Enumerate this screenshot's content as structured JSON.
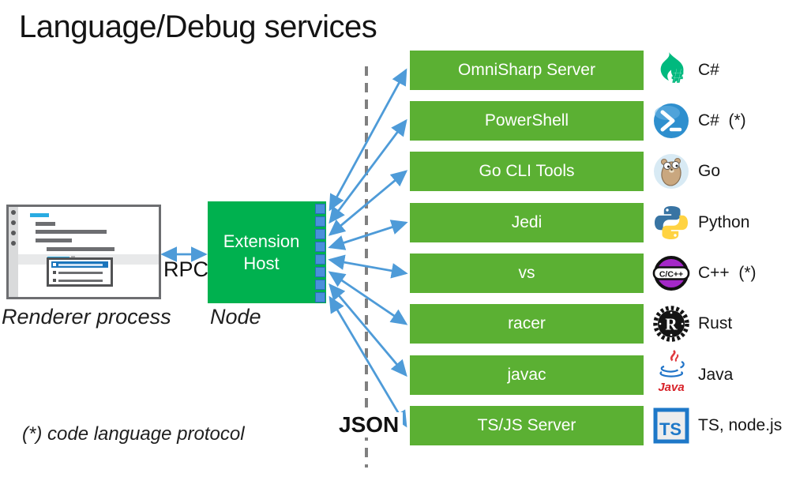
{
  "title": "Language/Debug services",
  "renderer_process": {
    "label": "Renderer process"
  },
  "rpc_label": "RPC",
  "json_label": "JSON",
  "extension_host": {
    "title": "Extension Host",
    "subtitle": "Node",
    "port_count": 8
  },
  "footnote": "(*) code language protocol",
  "colors": {
    "bar_green": "#5BB033",
    "host_green": "#00B14F",
    "arrow_blue": "#4E9BD8",
    "dashed_line_gray": "#808080",
    "accent_cyan": "#29ABE2",
    "popup_selection_blue": "#1B75BC"
  },
  "services": [
    {
      "name": "OmniSharp Server",
      "language": "C#",
      "icon": "omnisharp-icon",
      "icon_text": "#"
    },
    {
      "name": "PowerShell",
      "language": "C#  (*)",
      "icon": "powershell-icon",
      "icon_text": ""
    },
    {
      "name": "Go CLI Tools",
      "language": "Go",
      "icon": "go-gopher-icon",
      "icon_text": ""
    },
    {
      "name": "Jedi",
      "language": "Python",
      "icon": "python-icon",
      "icon_text": ""
    },
    {
      "name": "vs",
      "language": "C++  (*)",
      "icon": "cpp-icon",
      "icon_text": "C/C++"
    },
    {
      "name": "racer",
      "language": "Rust",
      "icon": "rust-icon",
      "icon_text": "R"
    },
    {
      "name": "javac",
      "language": "Java",
      "icon": "java-icon",
      "icon_text": "Java"
    },
    {
      "name": "TS/JS Server",
      "language": "TS, node.js",
      "icon": "typescript-icon",
      "icon_text": "TS"
    }
  ]
}
